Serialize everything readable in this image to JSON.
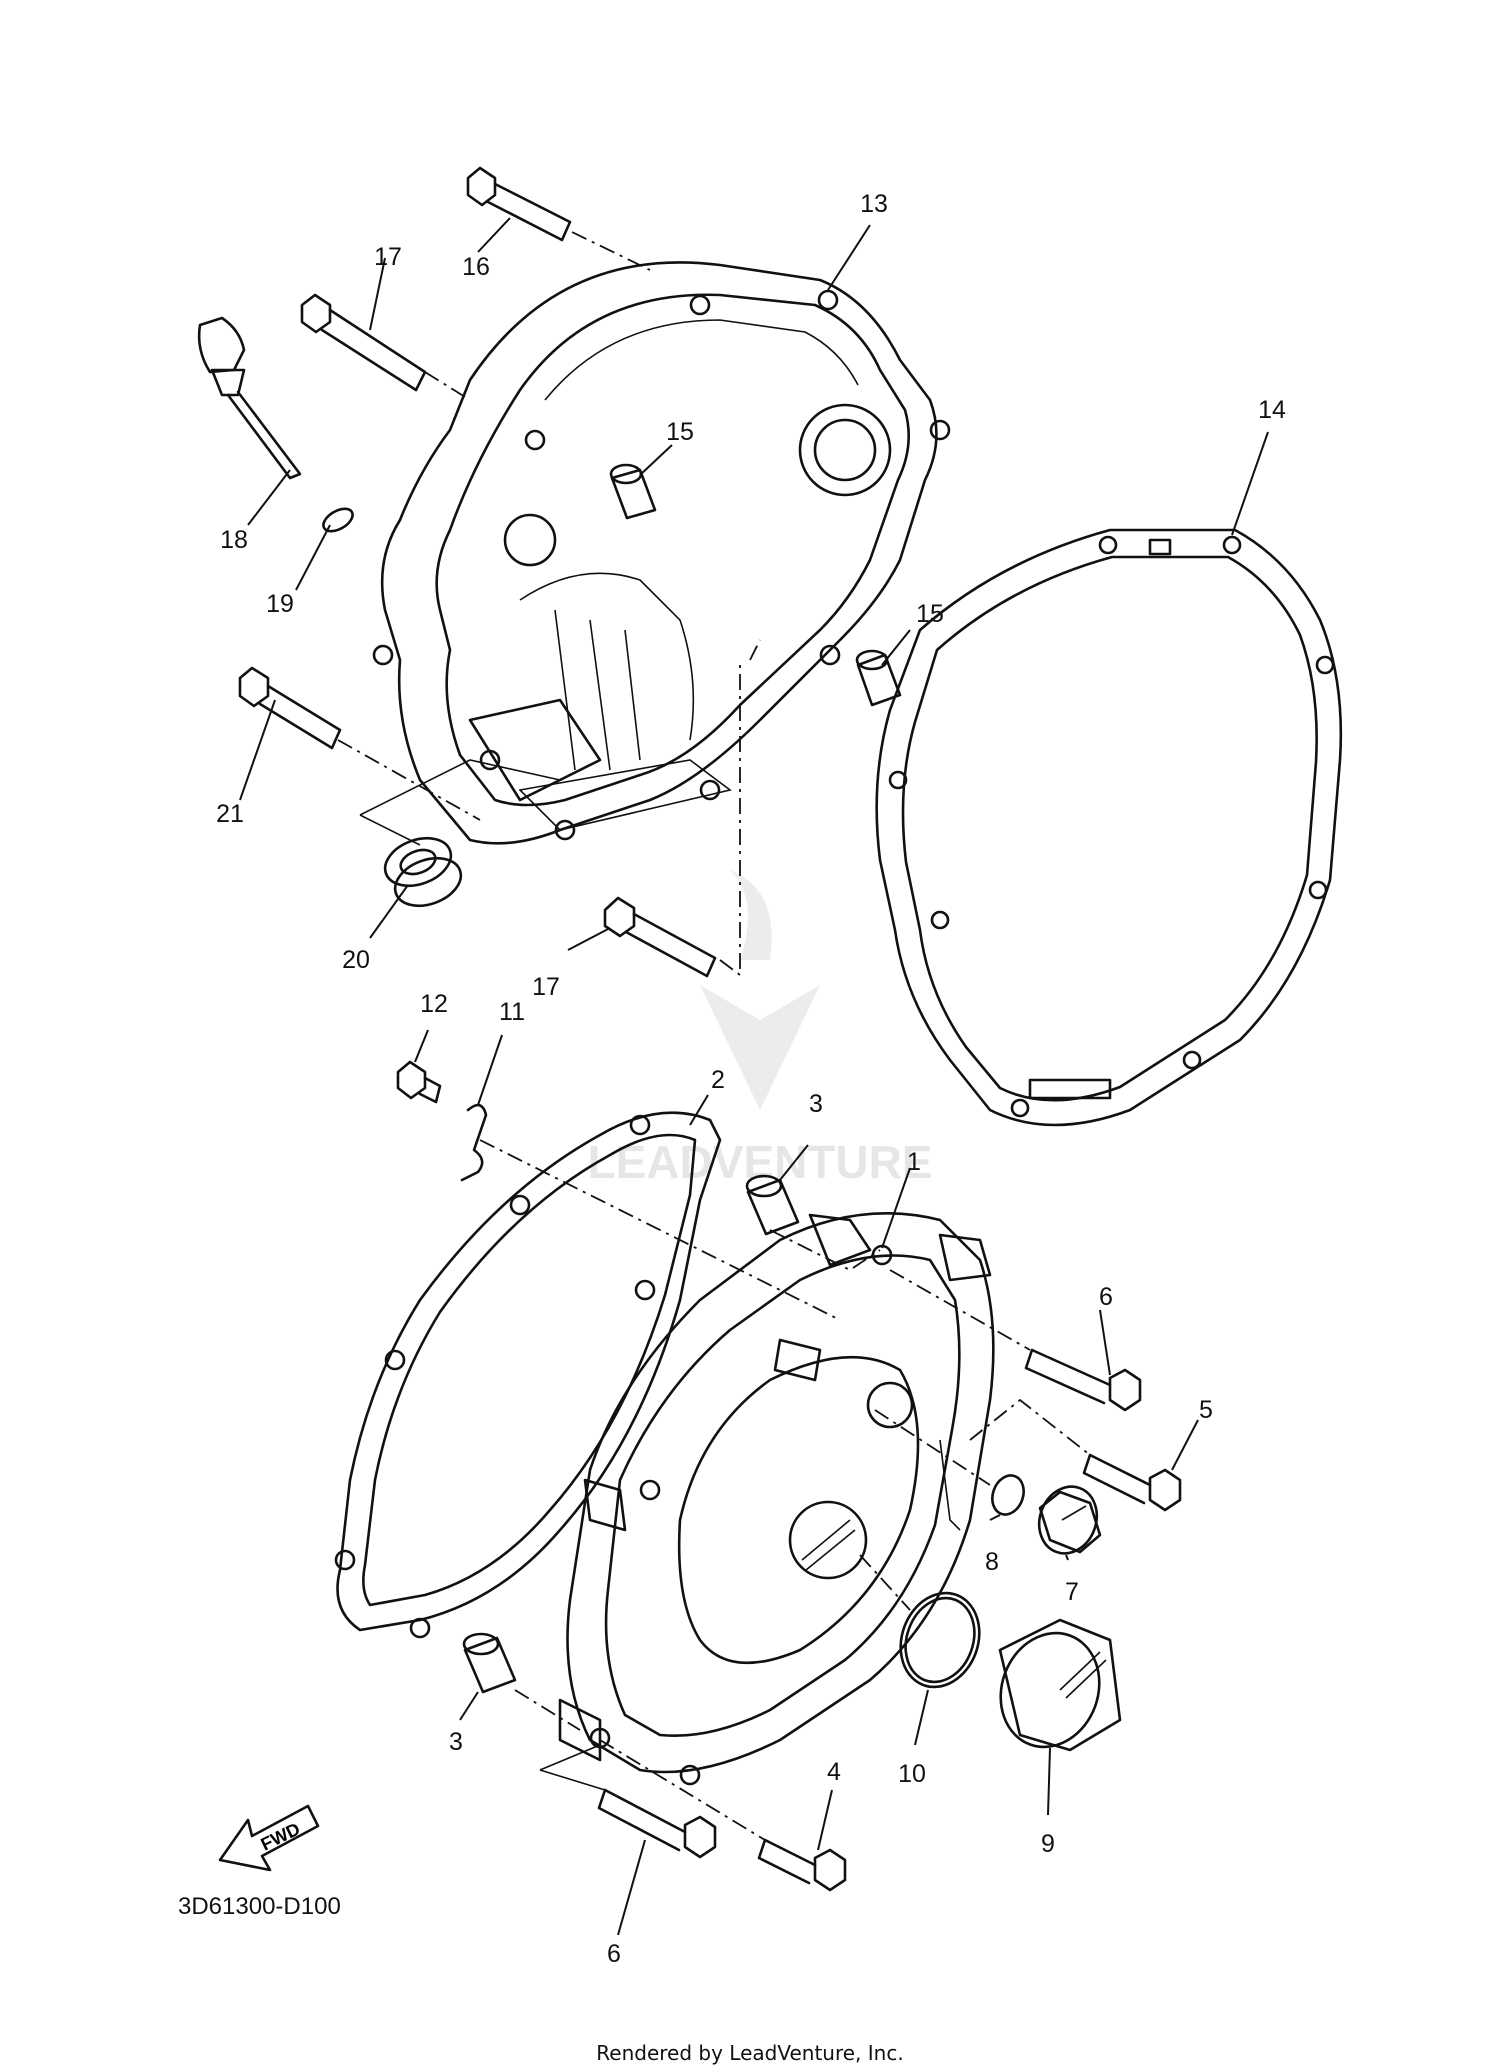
{
  "diagram_code": "3D61300-D100",
  "footer": "Rendered by LeadVenture, Inc.",
  "watermark": "LEADVENTURE",
  "fwd_label": "FWD",
  "callouts": {
    "c1": "1",
    "c2": "2",
    "c3a": "3",
    "c3b": "3",
    "c4": "4",
    "c5": "5",
    "c6a": "6",
    "c6b": "6",
    "c7": "7",
    "c8": "8",
    "c9": "9",
    "c10": "10",
    "c11": "11",
    "c12": "12",
    "c13": "13",
    "c14": "14",
    "c15a": "15",
    "c15b": "15",
    "c16": "16",
    "c17a": "17",
    "c17b": "17",
    "c18": "18",
    "c19": "19",
    "c20": "20",
    "c21": "21"
  }
}
